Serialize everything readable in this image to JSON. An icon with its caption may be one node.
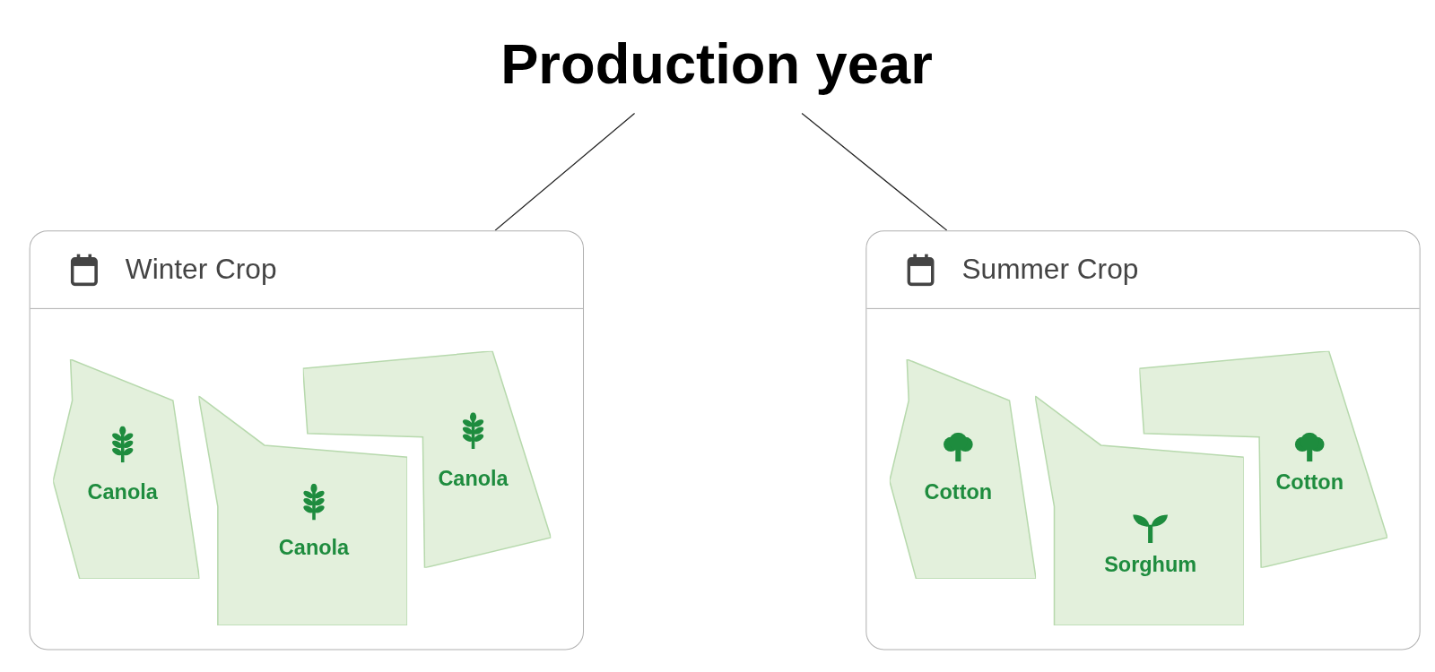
{
  "diagram": {
    "nodes": [
      {
        "text": [
          "Production year"
        ]
      },
      {
        "text": [
          "Winter Crop"
        ]
      },
      {
        "text": [
          "Canola"
        ],
        "in": 1
      },
      {
        "text": [
          "Canola"
        ],
        "in": 1
      },
      {
        "text": [
          "Canola"
        ],
        "in": 1
      },
      {
        "text": [
          "Summer Crop"
        ]
      },
      {
        "text": [
          "Cotton"
        ],
        "in": 5
      },
      {
        "text": [
          "Sorghum"
        ],
        "in": 5
      },
      {
        "text": [
          "Cotton"
        ],
        "in": 5
      }
    ],
    "edges": [
      {
        "from": 0,
        "to": 1,
        "arrow": "none"
      },
      {
        "from": 0,
        "to": 5,
        "arrow": "none"
      }
    ]
  }
}
